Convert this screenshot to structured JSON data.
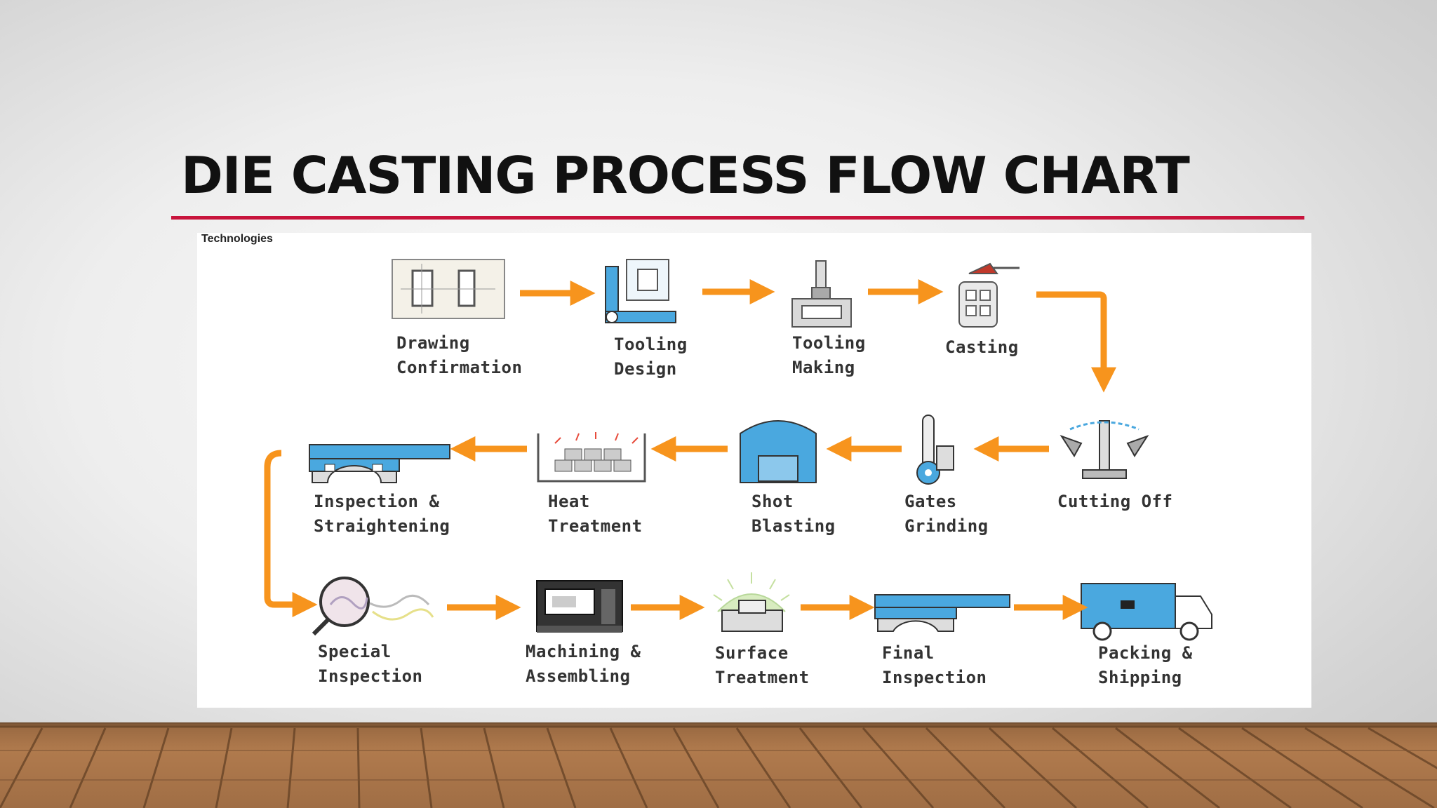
{
  "slide": {
    "title": "DIE CASTING PROCESS FLOW CHART",
    "accent_color": "#c8143c"
  },
  "diagram": {
    "corner_label": "Technologies",
    "arrow_color": "#f7941d",
    "icon_color": "#4aa8df",
    "steps": [
      {
        "line1": "Drawing",
        "line2": "Confirmation",
        "icon": "blueprint-icon"
      },
      {
        "line1": "Tooling",
        "line2": "Design",
        "icon": "tooling-design-icon"
      },
      {
        "line1": "Tooling",
        "line2": "Making",
        "icon": "milling-machine-icon"
      },
      {
        "line1": "Casting",
        "line2": "",
        "icon": "ladle-icon"
      },
      {
        "line1": "Cutting Off",
        "line2": "",
        "icon": "cutting-tool-icon"
      },
      {
        "line1": "Gates",
        "line2": "Grinding",
        "icon": "grinder-icon"
      },
      {
        "line1": "Shot",
        "line2": "Blasting",
        "icon": "blasting-chamber-icon"
      },
      {
        "line1": "Heat",
        "line2": "Treatment",
        "icon": "furnace-icon"
      },
      {
        "line1": "Inspection &",
        "line2": "Straightening",
        "icon": "press-icon"
      },
      {
        "line1": "Special",
        "line2": "Inspection",
        "icon": "magnifier-icon"
      },
      {
        "line1": "Machining &",
        "line2": "Assembling",
        "icon": "cnc-machine-icon"
      },
      {
        "line1": "Surface",
        "line2": "Treatment",
        "icon": "coating-icon"
      },
      {
        "line1": "Final",
        "line2": "Inspection",
        "icon": "inspection-bench-icon"
      },
      {
        "line1": "Packing &",
        "line2": "Shipping",
        "icon": "truck-icon"
      }
    ]
  }
}
